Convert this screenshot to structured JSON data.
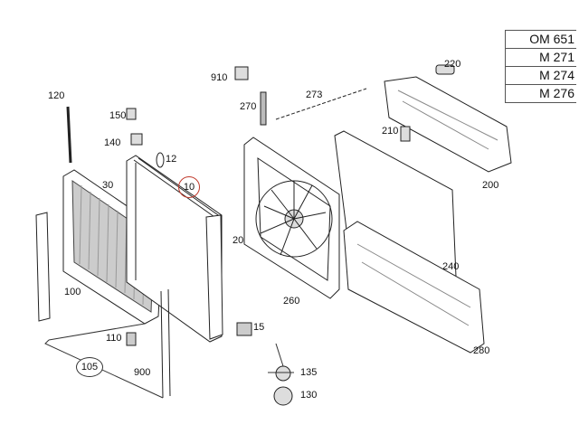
{
  "engine_codes": [
    "OM 651",
    "M 271",
    "M 274",
    "M 276"
  ],
  "part_labels": {
    "p910": "910",
    "p273": "273",
    "p270": "270",
    "p220": "220",
    "p120": "120",
    "p150": "150",
    "p140": "140",
    "p12": "12",
    "p210": "210",
    "p30": "30",
    "p10": "10",
    "p200": "200",
    "p20": "20",
    "p240": "240",
    "p100": "100",
    "p260": "260",
    "p15": "15",
    "p110": "110",
    "p280": "280",
    "p105": "105",
    "p900": "900",
    "p135": "135",
    "p130": "130"
  },
  "highlight_color": "#c0392b"
}
